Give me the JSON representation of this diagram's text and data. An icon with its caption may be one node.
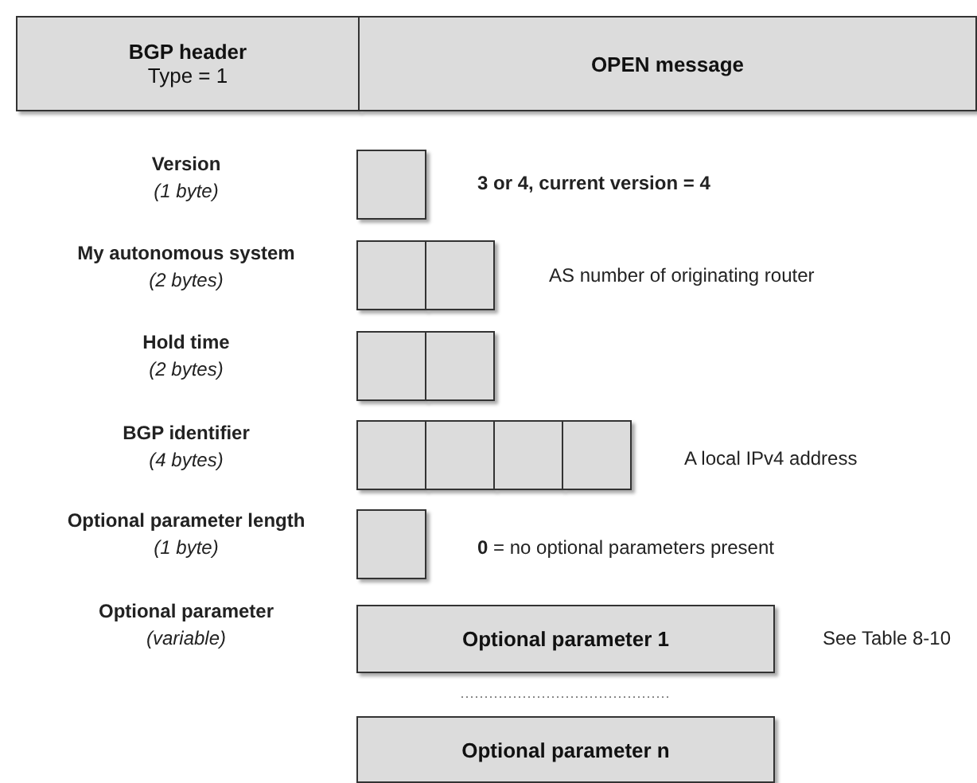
{
  "diagram": {
    "nodes": [
      {
        "text": [
          "BGP header",
          "Type = 1"
        ]
      },
      {
        "text": [
          "OPEN message"
        ]
      },
      {
        "text": [],
        "shape": "box"
      },
      {
        "text": [],
        "shape": "box"
      },
      {
        "text": [],
        "shape": "box"
      },
      {
        "text": [],
        "shape": "box"
      },
      {
        "text": [],
        "shape": "box"
      },
      {
        "text": [],
        "shape": "box"
      },
      {
        "text": [],
        "shape": "box"
      },
      {
        "text": [],
        "shape": "box"
      },
      {
        "text": [],
        "shape": "box"
      },
      {
        "text": [],
        "shape": "box"
      },
      {
        "text": [
          "Optional parameter 1"
        ]
      },
      {
        "text": [
          "Optional parameter n"
        ]
      }
    ],
    "edges": [],
    "labels": [
      "Version",
      "(1 byte)",
      "3 or 4, current version = 4",
      "My autonomous system",
      "(2 bytes)",
      "AS number of originating router",
      "Hold time",
      "(2 bytes)",
      "BGP identifier",
      "(4 bytes)",
      "A local IPv4 address",
      "Optional parameter length",
      "(1 byte)",
      "**0** = no optional parameters present",
      "Optional parameter",
      "(variable)",
      "See Table 8-10"
    ]
  }
}
